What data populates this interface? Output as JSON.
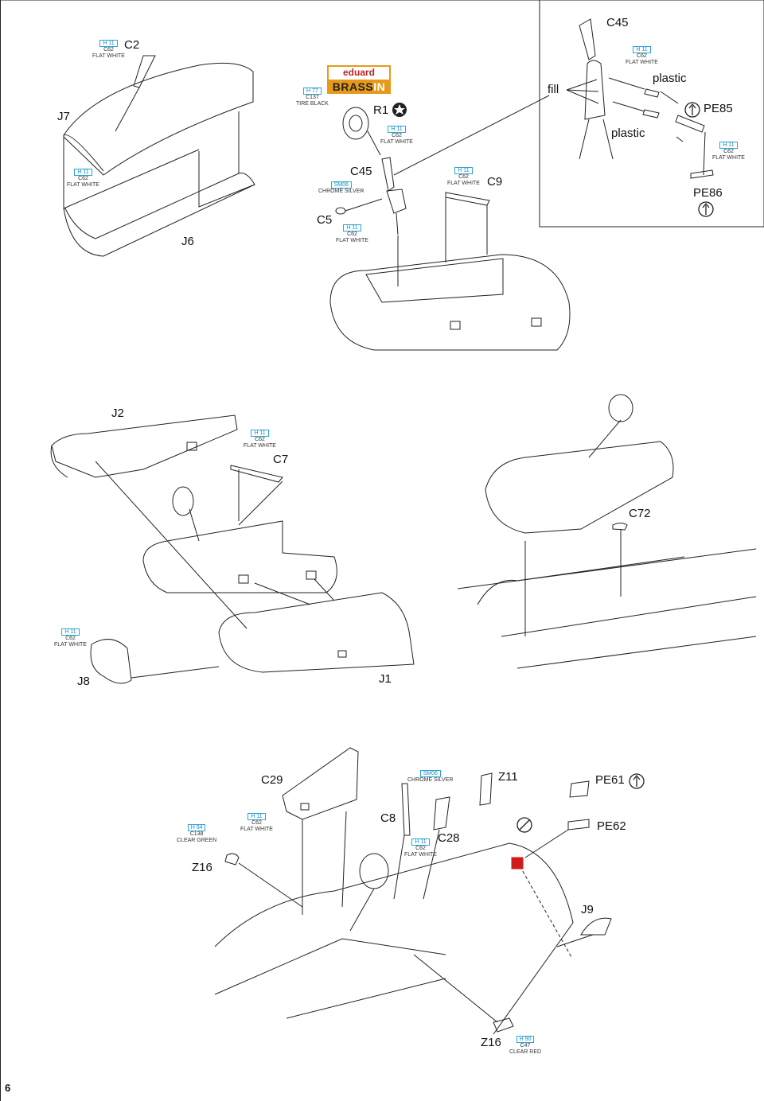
{
  "page_number": "6",
  "logo": {
    "top": "eduard",
    "bot_a": "BRASS",
    "bot_b": "IN"
  },
  "parts": {
    "C2": "C2",
    "J7": "J7",
    "J6": "J6",
    "C45a": "C45",
    "C5": "C5",
    "R1": "R1",
    "C9": "C9",
    "C45b": "C45",
    "fill": "fill",
    "plastic1": "plastic",
    "plastic2": "plastic",
    "PE85": "PE85",
    "PE86": "PE86",
    "J2": "J2",
    "C7": "C7",
    "C72": "C72",
    "J8": "J8",
    "J1": "J1",
    "C29": "C29",
    "Z11": "Z11",
    "PE61": "PE61",
    "C8": "C8",
    "C28": "C28",
    "PE62": "PE62",
    "Z16a": "Z16",
    "J9": "J9",
    "Z16b": "Z16"
  },
  "paints": {
    "h11_code": "H 11",
    "c62": "C62",
    "flat_white": "FLAT WHITE",
    "h77": "H 77",
    "c137": "C137",
    "tire_black": "TIRE BLACK",
    "sm06": "SM06",
    "chrome_silver": "CHROME SILVER",
    "h94": "H 94",
    "c138": "C138",
    "clear_green": "CLEAR GREEN",
    "h90": "H 90",
    "c47": "C47",
    "clear_red": "CLEAR RED"
  },
  "colors": {
    "line": "#222222",
    "callout": "#29a7d6",
    "brass": "#e79a1a",
    "red_part": "#d11a1a",
    "green_fill": "#2f9a48"
  },
  "icons": [
    "wheel-star-icon",
    "bend-arrow-icon",
    "bend-arrow-icon",
    "bend-arrow-icon",
    "no-use-icon"
  ]
}
